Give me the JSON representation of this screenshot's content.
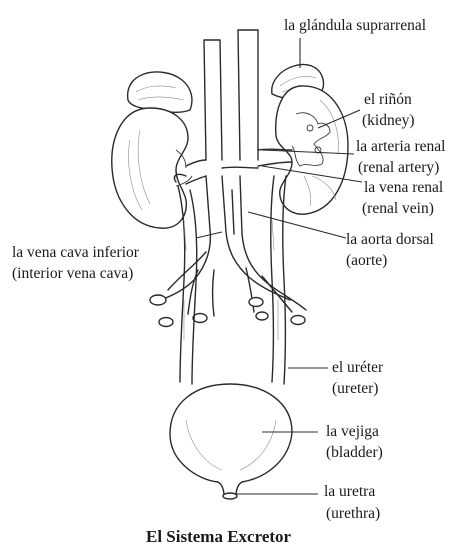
{
  "labels": {
    "adrenal": "la glándula suprarrenal",
    "kidney_es": "el riñón",
    "kidney_en": "(kidney)",
    "artery_es": "la arteria renal",
    "artery_en": "(renal artery)",
    "vein_es": "la vena renal",
    "vein_en": "(renal vein)",
    "aorta_es": "la aorta dorsal",
    "aorta_en": "(aorte)",
    "ivc_es": "la vena cava inferior",
    "ivc_en": "(interior vena cava)",
    "ureter_es": "el uréter",
    "ureter_en": "(ureter)",
    "bladder_es": "la vejiga",
    "bladder_en": "(bladder)",
    "urethra_es": "la uretra",
    "urethra_en": "(urethra)"
  },
  "title": "El Sistema Excretor"
}
